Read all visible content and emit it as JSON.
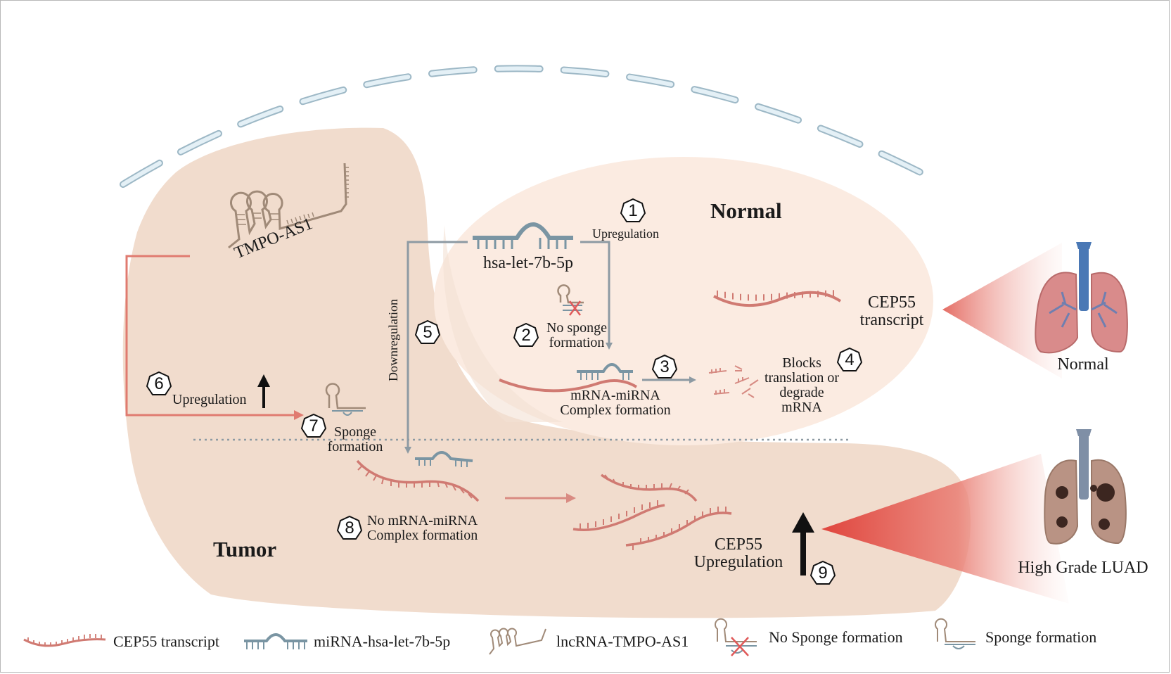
{
  "figure": {
    "type": "mechanism-diagram",
    "regions": {
      "normal_label": "Normal",
      "tumor_label": "Tumor"
    },
    "molecules": {
      "lncrna_label": "TMPO-AS1",
      "mirna_label": "hsa-let-7b-5p",
      "normal_transcript_label": "CEP55\ntranscript",
      "normal_transcript_line1": "CEP55",
      "normal_transcript_line2": "transcript"
    },
    "steps": [
      {
        "number": "1",
        "text": "Upregulation"
      },
      {
        "number": "2",
        "line1": "No sponge",
        "line2": "formation"
      },
      {
        "number": "3",
        "line1": "mRNA-miRNA",
        "line2": "Complex formation"
      },
      {
        "number": "4",
        "line1": "Blocks",
        "line2": "translation or",
        "line3": "degrade",
        "line4": "mRNA"
      },
      {
        "number": "5",
        "text": "Downregulation"
      },
      {
        "number": "6",
        "text": "Upregulation"
      },
      {
        "number": "7",
        "line1": "Sponge",
        "line2": "formation"
      },
      {
        "number": "8",
        "line1": "No mRNA-miRNA",
        "line2": "Complex formation"
      },
      {
        "number": "9",
        "line1": "CEP55",
        "line2": "Upregulation"
      }
    ],
    "organs": {
      "normal_lung_label": "Normal",
      "tumor_lung_label": "High Grade LUAD"
    },
    "legend": [
      {
        "icon": "cep55-transcript-icon",
        "label": "CEP55 transcript"
      },
      {
        "icon": "mirna-icon",
        "label": "miRNA-hsa-let-7b-5p"
      },
      {
        "icon": "lncrna-icon",
        "label": "lncRNA-TMPO-AS1"
      },
      {
        "icon": "no-sponge-icon",
        "label": "No Sponge formation"
      },
      {
        "icon": "sponge-icon",
        "label": "Sponge formation"
      }
    ],
    "colors": {
      "tumor_region": "#f1dccd",
      "normal_region": "#fbebe1",
      "mrna": "#d07a72",
      "mirna": "#7a95a3",
      "lncrna": "#a08a78",
      "membrane": "#bcd6e3",
      "upregulation_arrow": "#e07b70",
      "grey_arrow": "#8d9aa3",
      "cone": "#e3514a"
    }
  }
}
